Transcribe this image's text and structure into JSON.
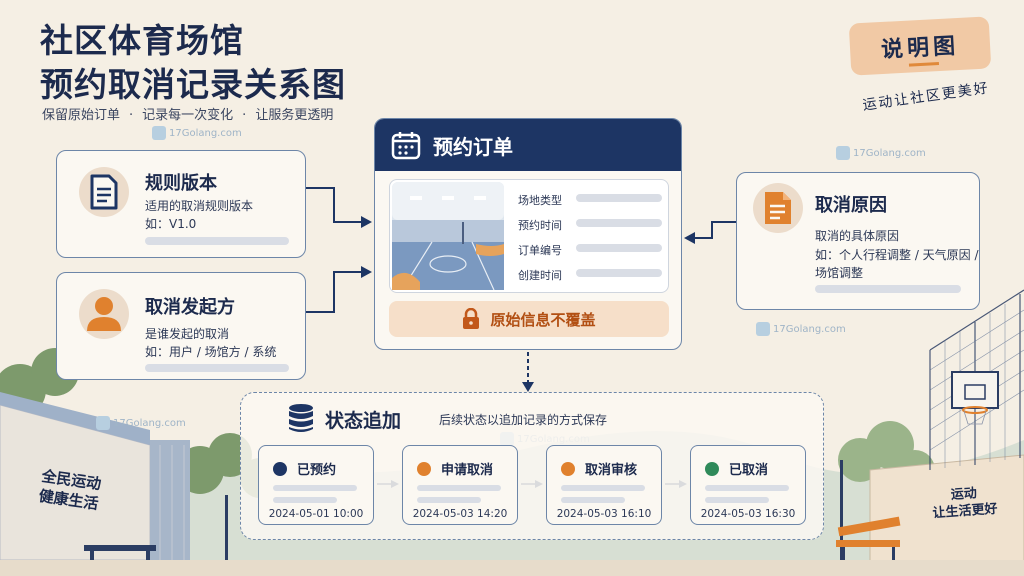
{
  "header": {
    "title_line1": "社区体育场馆",
    "title_line2": "预约取消记录关系图",
    "subtitle_parts": [
      "保留原始订单",
      "记录每一次变化",
      "让服务更透明"
    ],
    "subtitle_sep": "·"
  },
  "badge": {
    "label": "说明图",
    "slogan": "运动让社区更美好"
  },
  "watermark": "17Golang.com",
  "rule_card": {
    "title": "规则版本",
    "desc": "适用的取消规则版本",
    "example": "如：V1.0"
  },
  "initiator_card": {
    "title": "取消发起方",
    "desc": "是谁发起的取消",
    "example": "如：用户 / 场馆方 / 系统"
  },
  "reason_card": {
    "title": "取消原因",
    "desc": "取消的具体原因",
    "example_line1": "如：个人行程调整 / 天气原因 /",
    "example_line2": "场馆调整"
  },
  "order_card": {
    "title": "预约订单",
    "fields": [
      "场地类型",
      "预约时间",
      "订单编号",
      "创建时间"
    ],
    "lock_label": "原始信息不覆盖"
  },
  "status_section": {
    "title": "状态追加",
    "desc": "后续状态以追加记录的方式保存",
    "steps": [
      {
        "label": "已预约",
        "time": "2024-05-01 10:00",
        "color": "#1d3564"
      },
      {
        "label": "申请取消",
        "time": "2024-05-03 14:20",
        "color": "#e0812e"
      },
      {
        "label": "取消审核",
        "time": "2024-05-03 16:10",
        "color": "#e0812e"
      },
      {
        "label": "已取消",
        "time": "2024-05-03 16:30",
        "color": "#2f8a5a"
      }
    ]
  },
  "scenery": {
    "left_wall": [
      "全民运动",
      "健康生活"
    ],
    "right_wall": [
      "运动",
      "让生活更好"
    ]
  },
  "colors": {
    "navy": "#1d3564",
    "orange": "#e0812e",
    "green": "#2f8a5a",
    "card_border": "#6d86a8"
  }
}
